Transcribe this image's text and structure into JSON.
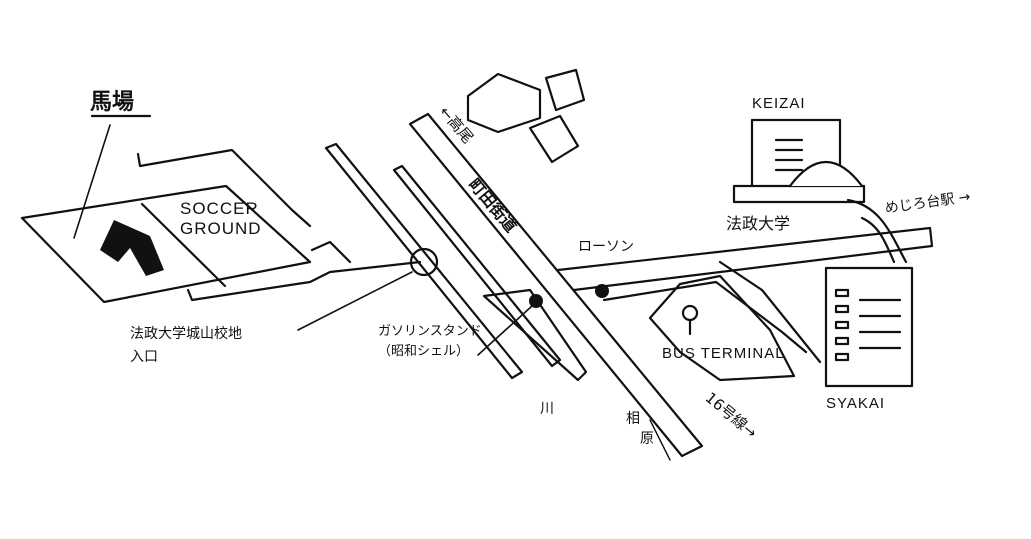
{
  "labels": {
    "baba": "馬場",
    "soccer_line1": "SOCCER",
    "soccer_line2": "GROUND",
    "entrance_line1": "法政大学城山校地",
    "entrance_line2": "入口",
    "gas_line1": "ガソリンスタンド",
    "gas_line2": "（昭和シェル）",
    "river": "川",
    "aihara_1": "相",
    "aihara_2": "原",
    "takao": "←高尾",
    "machida_kaido": "町田街道",
    "lawson": "ローソン",
    "route16": "16号線→",
    "hosei": "法政大学",
    "mejirodai": "めじろ台駅 →",
    "keizai": "KEIZAI",
    "syakai": "SYAKAI",
    "bus_terminal": "BUS TERMINAL"
  },
  "colors": {
    "ink": "#111111",
    "paper": "#ffffff"
  }
}
